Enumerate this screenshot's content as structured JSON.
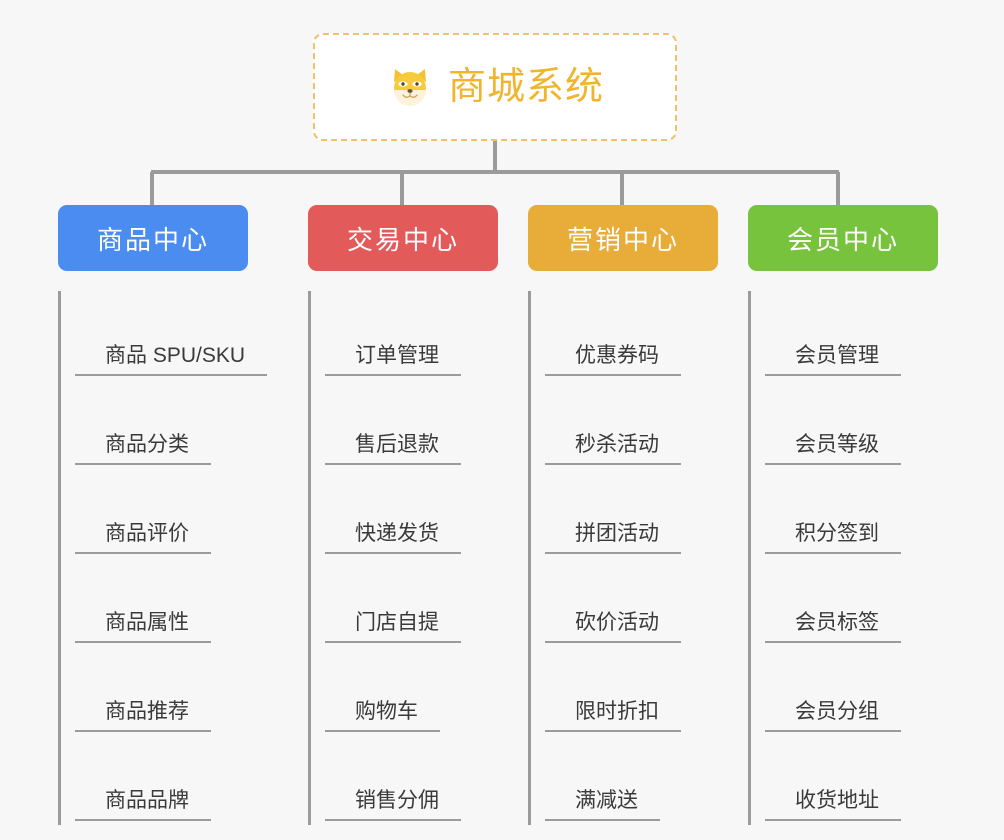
{
  "diagram": {
    "title": "商城系统",
    "root_icon": "shiba-dog-icon",
    "background_color": "#F7F7F7",
    "connector_color": "#9B9B9B",
    "root": {
      "label": "商城系统",
      "border_color": "#F2C068",
      "text_color": "#F0B42E",
      "background_color": "#FFFFFF"
    },
    "columns": [
      {
        "header": "商品中心",
        "color": "#4A8CF0",
        "items": [
          "商品 SPU/SKU",
          "商品分类",
          "商品评价",
          "商品属性",
          "商品推荐",
          "商品品牌"
        ]
      },
      {
        "header": "交易中心",
        "color": "#E25A5A",
        "items": [
          "订单管理",
          "售后退款",
          "快递发货",
          "门店自提",
          "购物车",
          "销售分佣"
        ]
      },
      {
        "header": "营销中心",
        "color": "#E8AC39",
        "items": [
          "优惠券码",
          "秒杀活动",
          "拼团活动",
          "砍价活动",
          "限时折扣",
          "满减送"
        ]
      },
      {
        "header": "会员中心",
        "color": "#77C33E",
        "items": [
          "会员管理",
          "会员等级",
          "积分签到",
          "会员标签",
          "会员分组",
          "收货地址"
        ]
      }
    ]
  }
}
